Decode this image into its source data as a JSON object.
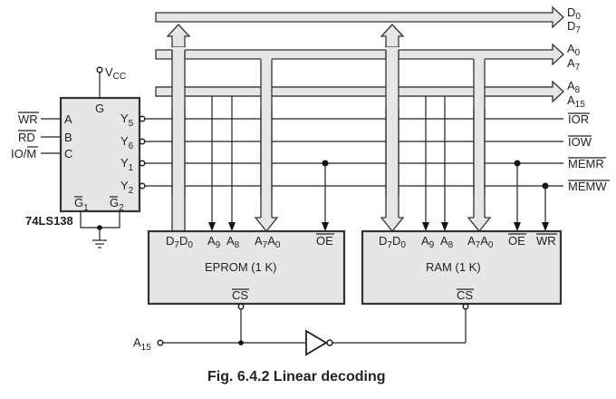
{
  "figure": {
    "caption": "Fig. 6.4.2 Linear decoding",
    "description": "Linear address decoding: EPROM (1 K) and RAM (1 K) selected by A15 through an inverter; 74LS138 decoder generates control signals"
  },
  "buses": [
    {
      "id": "data",
      "label_top": "D",
      "label_top_sub": "0",
      "label_bot": "D",
      "label_bot_sub": "7"
    },
    {
      "id": "addr-low",
      "label_top": "A",
      "label_top_sub": "0",
      "label_bot": "A",
      "label_bot_sub": "7"
    },
    {
      "id": "addr-high",
      "label_top": "A",
      "label_top_sub": "8",
      "label_bot": "A",
      "label_bot_sub": "15"
    }
  ],
  "control_signals": [
    {
      "name": "IOR",
      "overbar": true
    },
    {
      "name": "IOW",
      "overbar": true
    },
    {
      "name": "MEMR",
      "overbar": true
    },
    {
      "name": "MEMW",
      "overbar": true
    }
  ],
  "decoder": {
    "part": "74LS138",
    "vcc": "V",
    "vcc_sub": "CC",
    "enable_top": "G",
    "inputs": [
      {
        "pin": "A",
        "signal": "WR",
        "overbar": "WR"
      },
      {
        "pin": "B",
        "signal": "RD",
        "overbar": "RD"
      },
      {
        "pin": "C",
        "signal_prefix": "IO/",
        "signal": "M"
      }
    ],
    "outputs": [
      {
        "pin": "Y",
        "sub": "5",
        "drives": "IOR"
      },
      {
        "pin": "Y",
        "sub": "6",
        "drives": "IOW"
      },
      {
        "pin": "Y",
        "sub": "1",
        "drives": "MEMR"
      },
      {
        "pin": "Y",
        "sub": "2",
        "drives": "MEMW"
      }
    ],
    "enables_low": [
      {
        "pin": "G",
        "sub": "1"
      },
      {
        "pin": "G",
        "sub": "2"
      }
    ]
  },
  "eprom": {
    "title": "EPROM (1 K)",
    "pins": {
      "data": [
        "D",
        "7",
        "D",
        "0"
      ],
      "a9": [
        "A",
        "9"
      ],
      "a8": [
        "A",
        "8"
      ],
      "addr": [
        "A",
        "7",
        "A",
        "0"
      ],
      "oe": "OE",
      "cs": "CS"
    }
  },
  "ram": {
    "title": "RAM (1 K)",
    "pins": {
      "data": [
        "D",
        "7",
        "D",
        "0"
      ],
      "a9": [
        "A",
        "9"
      ],
      "a8": [
        "A",
        "8"
      ],
      "addr": [
        "A",
        "7",
        "A",
        "0"
      ],
      "oe": "OE",
      "wr": "WR",
      "cs": "CS"
    }
  },
  "select": {
    "input": "A",
    "input_sub": "15",
    "gate": "inverter"
  }
}
